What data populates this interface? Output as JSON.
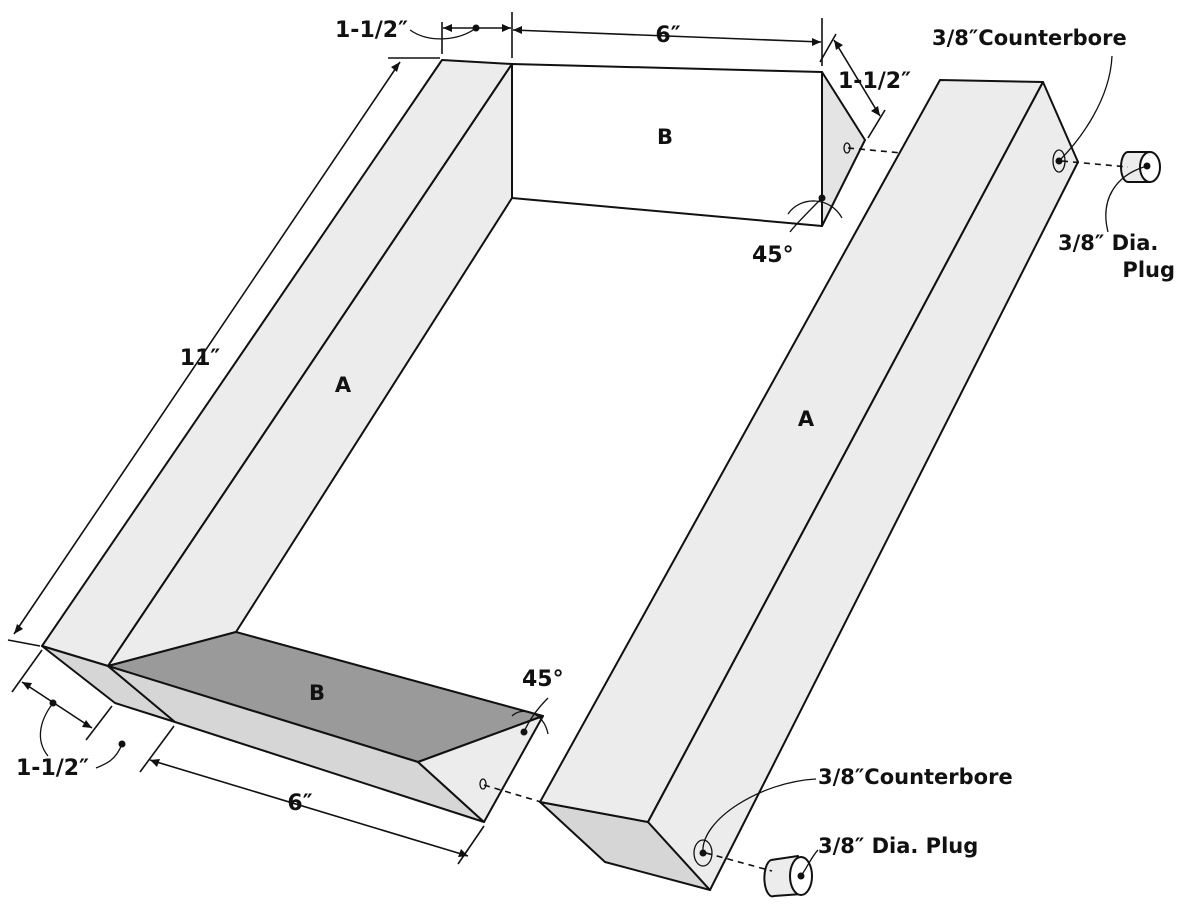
{
  "colors": {
    "face_light": "#ececec",
    "face_mid": "#d6d6d6",
    "face_dark": "#9a9a9a",
    "face_white": "#ffffff",
    "line": "#111111"
  },
  "parts": {
    "a_left": "A",
    "a_right": "A",
    "b_top": "B",
    "b_bottom": "B"
  },
  "dimensions": {
    "top_width": "1-1/2″",
    "top_length": "6″",
    "top_right_width": "1-1/2″",
    "left_length": "11″",
    "bottom_width": "1-1/2″",
    "bottom_length": "6″"
  },
  "angles": {
    "top": "45°",
    "bottom": "45°"
  },
  "callouts": {
    "counterbore_top": "3/8″Counterbore",
    "plug_top_line1": "3/8″ Dia.",
    "plug_top_line2": "Plug",
    "counterbore_bottom": "3/8″Counterbore",
    "plug_bottom": "3/8″ Dia. Plug"
  }
}
